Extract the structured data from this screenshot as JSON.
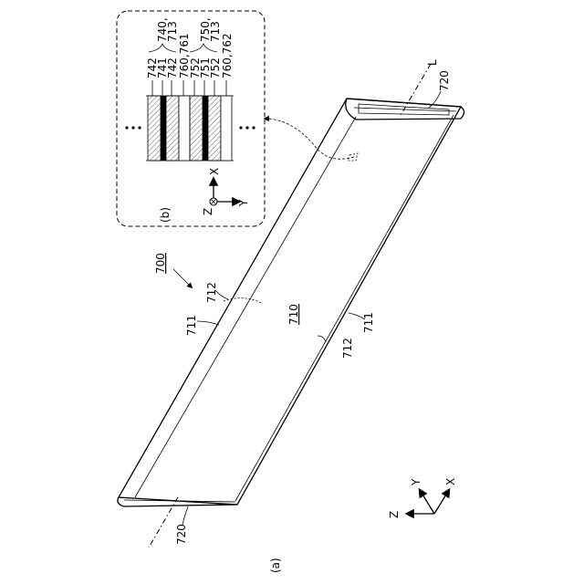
{
  "figure": {
    "panel_a": "(a)",
    "panel_b": "(b)"
  },
  "labels": {
    "device": "700",
    "surface": "710",
    "edge_left": "711",
    "edge_right": "711",
    "side_top": "712",
    "side_bottom": "712",
    "end_top": "720",
    "end_bottom": "720",
    "axis_line": "L"
  },
  "axes_a": {
    "x": "X",
    "y": "Y",
    "z": "Z"
  },
  "axes_b": {
    "x": "X",
    "y": "Y",
    "z": "Z"
  },
  "inset": {
    "layer_labels": [
      "742",
      "741",
      "742",
      "760,761",
      "752",
      "751",
      "752",
      "760,762"
    ],
    "group_labels": [
      "740,",
      "713",
      "750,",
      "713"
    ]
  }
}
